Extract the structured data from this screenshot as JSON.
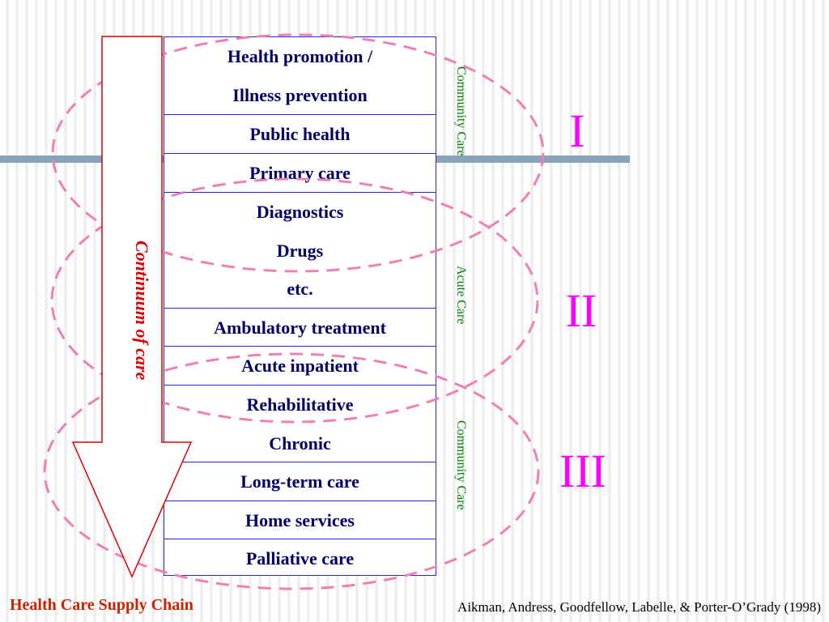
{
  "diagram": {
    "arrow_label": "Continuum of care",
    "table_rows": [
      [
        "Health promotion /",
        "Illness prevention"
      ],
      [
        "Public health"
      ],
      [
        "Primary care"
      ],
      [
        "Diagnostics",
        "Drugs",
        "etc."
      ],
      [
        "Ambulatory treatment"
      ],
      [
        "Acute inpatient"
      ],
      [
        "Rehabilitative",
        "Chronic"
      ],
      [
        "Long-term care"
      ],
      [
        "Home services"
      ],
      [
        "Palliative care"
      ]
    ],
    "side_labels": [
      "Community Care",
      "Acute Care",
      "Community Care"
    ],
    "section_numerals": [
      "I",
      "II",
      "III"
    ]
  },
  "footer": {
    "title": "Health Care Supply Chain",
    "citation": "Aikman, Andress, Goodfellow, Labelle, & Porter-O’Grady (1998)"
  },
  "colors": {
    "ellipse": "#f07fb5",
    "numeral": "#ff00ff",
    "side_label": "#008000",
    "arrow_border": "#dd0000",
    "table_border": "#2a2ad0",
    "horizontal_bar": "#8aa3bd"
  }
}
